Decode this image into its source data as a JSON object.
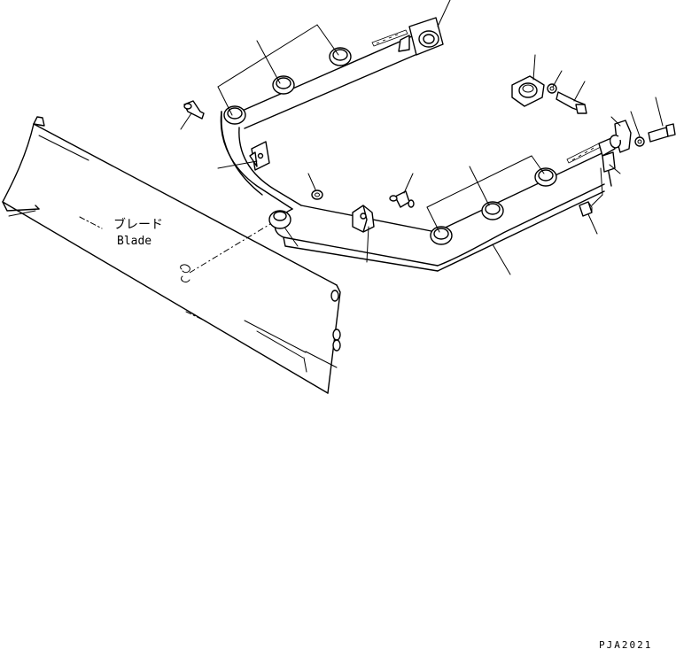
{
  "diagram": {
    "blade_label_jp": "ブレード",
    "blade_label_en": "Blade",
    "drawing_code": "PJA2021"
  },
  "icons": [
    "blade-part",
    "frame-part",
    "bolt-part",
    "washer-part",
    "grease-fitting-part",
    "bracket-part",
    "cap-part"
  ]
}
